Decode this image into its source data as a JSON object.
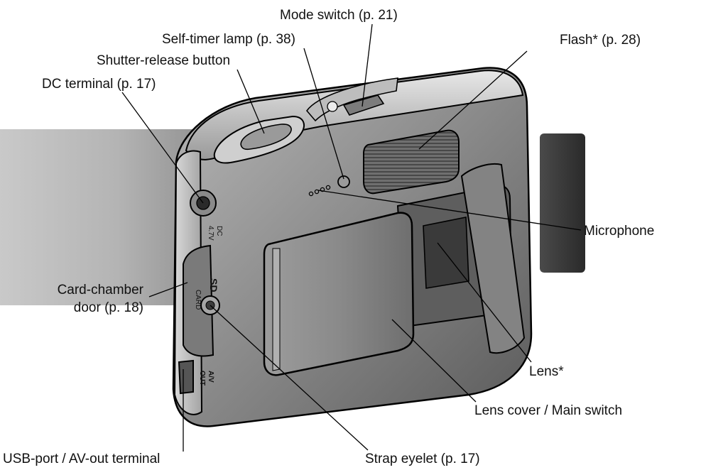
{
  "labels": {
    "mode_switch": "Mode switch (p. 21)",
    "self_timer_lamp": "Self-timer lamp (p. 38)",
    "flash": "Flash* (p. 28)",
    "shutter_release": "Shutter-release button",
    "dc_terminal": "DC terminal (p. 17)",
    "microphone": "Microphone",
    "card_chamber_line1": "Card-chamber",
    "card_chamber_line2": "door (p. 18)",
    "lens": "Lens*",
    "lens_cover": "Lens cover / Main switch",
    "usb_port": "USB-port / AV-out terminal",
    "strap_eyelet": "Strap eyelet (p. 17)"
  },
  "body_markings": {
    "dc_line1": "DC",
    "dc_line2": "4.7V",
    "card": "CARD",
    "av_line1": "A/V",
    "av_line2": "OUT",
    "sd": "SD"
  }
}
